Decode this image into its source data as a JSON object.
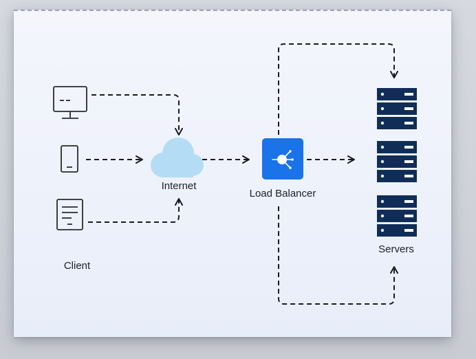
{
  "nodes": {
    "internet": {
      "label": "Internet"
    },
    "load_balancer": {
      "label": "Load Balancer"
    },
    "servers": {
      "label": "Servers"
    },
    "client": {
      "label": "Client"
    }
  },
  "colors": {
    "line": "#1a1a1a",
    "cloud": "#b5dcf5",
    "balancer": "#1a73e8",
    "server": "#0f2d57",
    "client_icon": "#2a2a2a"
  },
  "icons": {
    "client_devices": [
      "desktop-icon",
      "phone-icon",
      "document-icon"
    ],
    "internet": "cloud-icon",
    "load_balancer": "load-balancer-icon",
    "servers": [
      "server-rack-icon",
      "server-rack-icon",
      "server-rack-icon"
    ]
  }
}
